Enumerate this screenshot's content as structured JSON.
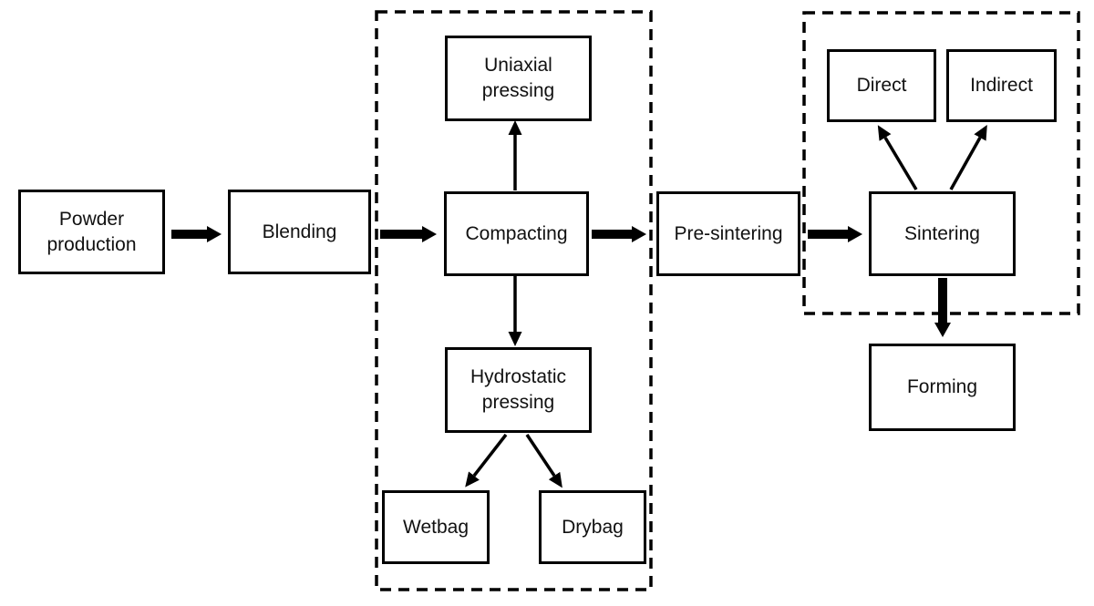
{
  "diagram": {
    "type": "flowchart",
    "nodes": {
      "powder_production": {
        "label": "Powder\nproduction"
      },
      "blending": {
        "label": "Blending"
      },
      "compacting": {
        "label": "Compacting"
      },
      "uniaxial_pressing": {
        "label": "Uniaxial\npressing"
      },
      "hydrostatic_pressing": {
        "label": "Hydrostatic\npressing"
      },
      "wetbag": {
        "label": "Wetbag"
      },
      "drybag": {
        "label": "Drybag"
      },
      "pre_sintering": {
        "label": "Pre-sintering"
      },
      "sintering": {
        "label": "Sintering"
      },
      "direct": {
        "label": "Direct"
      },
      "indirect": {
        "label": "Indirect"
      },
      "forming": {
        "label": "Forming"
      }
    },
    "edges": [
      {
        "from": "powder_production",
        "to": "blending",
        "style": "thick-arrow"
      },
      {
        "from": "blending",
        "to": "compacting",
        "style": "thick-arrow"
      },
      {
        "from": "compacting",
        "to": "uniaxial_pressing",
        "style": "thin-arrow"
      },
      {
        "from": "compacting",
        "to": "hydrostatic_pressing",
        "style": "thin-arrow"
      },
      {
        "from": "hydrostatic_pressing",
        "to": "wetbag",
        "style": "thin-arrow"
      },
      {
        "from": "hydrostatic_pressing",
        "to": "drybag",
        "style": "thin-arrow"
      },
      {
        "from": "compacting",
        "to": "pre_sintering",
        "style": "thick-arrow"
      },
      {
        "from": "pre_sintering",
        "to": "sintering",
        "style": "thick-arrow"
      },
      {
        "from": "sintering",
        "to": "direct",
        "style": "thin-arrow"
      },
      {
        "from": "sintering",
        "to": "indirect",
        "style": "thin-arrow"
      },
      {
        "from": "sintering",
        "to": "forming",
        "style": "thick-arrow"
      }
    ],
    "groups": [
      {
        "name": "compacting-group",
        "border": "dashed",
        "members": [
          "compacting",
          "uniaxial_pressing",
          "hydrostatic_pressing",
          "wetbag",
          "drybag"
        ]
      },
      {
        "name": "sintering-group",
        "border": "dashed",
        "members": [
          "sintering",
          "direct",
          "indirect"
        ]
      }
    ],
    "colors": {
      "line": "#000000",
      "box_border": "#000000",
      "text": "#111111",
      "background": "#ffffff"
    }
  }
}
